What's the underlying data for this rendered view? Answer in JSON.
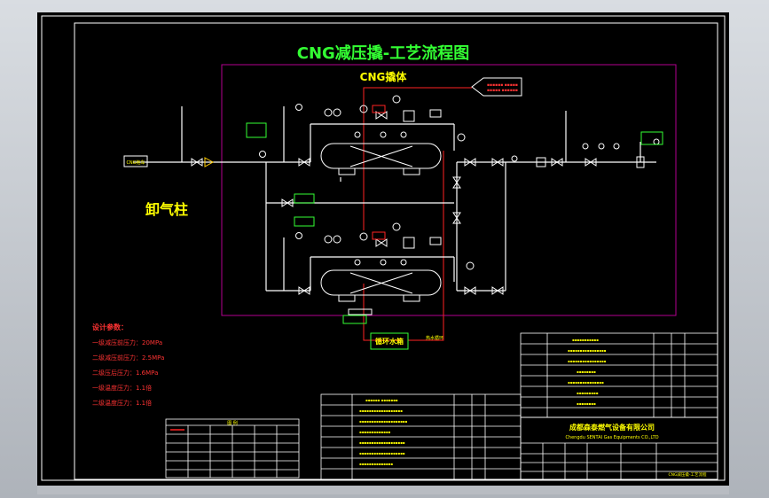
{
  "title": "CNG减压撬-工艺流程图",
  "skid_label": "CNG撬体",
  "unload_label": "卸气柱",
  "trailer_label": "CNG拖车",
  "water_tank_label": "循环水箱",
  "hot_water_label": "热水循环",
  "design_params": {
    "heading": "设计参数：",
    "lines": [
      "一级减压前压力：20MPa",
      "二级减压前压力：2.5MPa",
      "二级压后压力：1.6MPa",
      "一级温度压力：1.1倍",
      "二级温度压力：1.1倍"
    ]
  },
  "legend_title": "图 例",
  "company_cn": "成都森泰燃气设备有限公司",
  "company_en": "Chengdu SENTAI Gas Equipments CO.,LTD",
  "title_block_name": "CNG减压撬-工艺流程",
  "colors": {
    "background": "#000000",
    "frame": "#ffffff",
    "pipe": "#ffffff",
    "title": "#33ff33",
    "skid_border": "#b3008f",
    "hot_water": "#ff2222",
    "annotation": "#ff3333",
    "tank_label": "#ffff00"
  }
}
